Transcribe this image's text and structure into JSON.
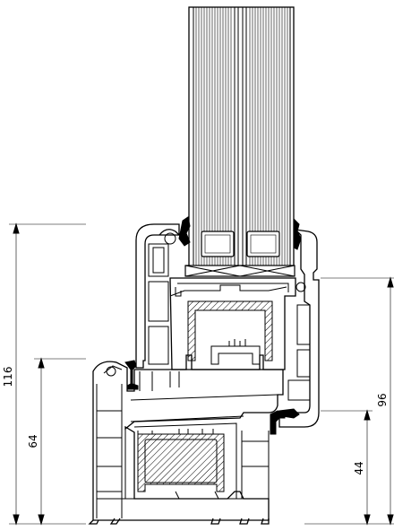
{
  "dimensions": [
    {
      "id": "overall-height",
      "label": "116",
      "value_mm": 116
    },
    {
      "id": "frame-height",
      "label": "64",
      "value_mm": 64
    },
    {
      "id": "sash-height",
      "label": "96",
      "value_mm": 96
    },
    {
      "id": "sash-bottom-offset",
      "label": "44",
      "value_mm": 44
    }
  ],
  "colors": {
    "line": "#000000",
    "background": "#ffffff"
  }
}
